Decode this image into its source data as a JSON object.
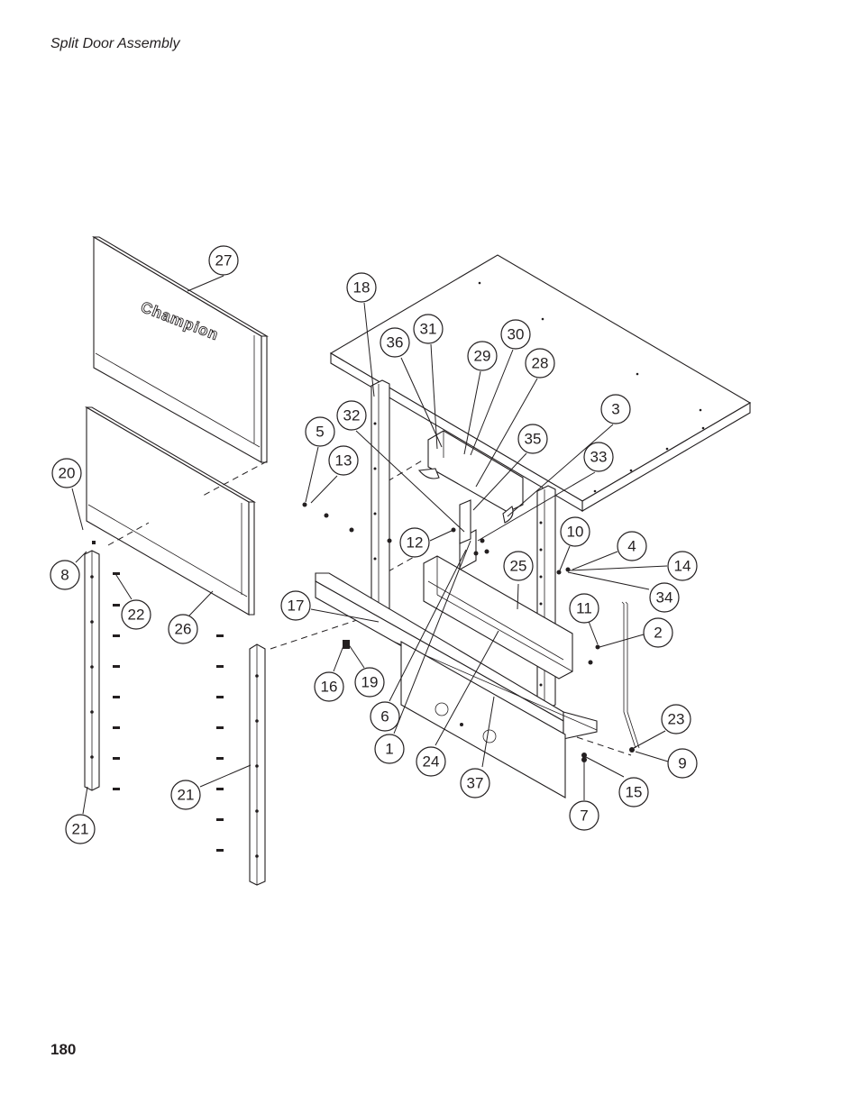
{
  "header": {
    "title": "Split Door Assembly"
  },
  "footer": {
    "page_number": "180"
  },
  "diagram": {
    "logo_text": "Champion",
    "callouts": [
      "27",
      "18",
      "31",
      "36",
      "30",
      "29",
      "28",
      "32",
      "3",
      "5",
      "35",
      "13",
      "33",
      "20",
      "12",
      "10",
      "4",
      "14",
      "25",
      "8",
      "22",
      "34",
      "17",
      "11",
      "26",
      "2",
      "16",
      "19",
      "6",
      "23",
      "1",
      "24",
      "9",
      "37",
      "15",
      "21",
      "21",
      "7"
    ]
  }
}
